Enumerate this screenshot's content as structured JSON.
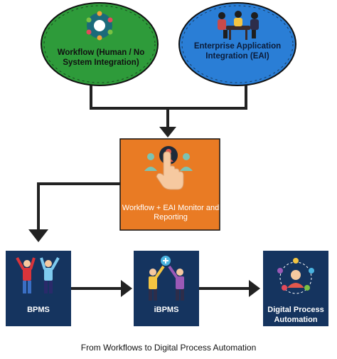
{
  "nodes": {
    "workflow": {
      "label": "Workflow (Human / No System Integration)",
      "color": "#2e9b3a"
    },
    "eai": {
      "label": "Enterprise Application Integration (EAI)",
      "color": "#2a7ed6"
    },
    "monitor": {
      "label": "Workflow + EAI Monitor and Reporting",
      "color": "#e97b24"
    },
    "bpms": {
      "label": "BPMS",
      "color": "#15345f"
    },
    "ibpms": {
      "label": "iBPMS",
      "color": "#15345f"
    },
    "dpa": {
      "label": "Digital Process Automation",
      "color": "#15345f"
    }
  },
  "caption": "From Workflows to Digital Process Automation"
}
